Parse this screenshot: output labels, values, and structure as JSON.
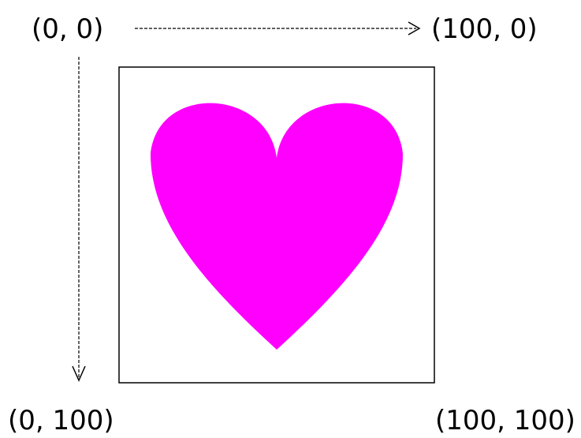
{
  "labels": {
    "top_left": "(0, 0)",
    "top_right": "(100, 0)",
    "bottom_left": "(0, 100)",
    "bottom_right": "(100, 100)"
  },
  "colors": {
    "heart_fill": "#ff00ff",
    "stroke": "#000000",
    "background": "#ffffff"
  }
}
